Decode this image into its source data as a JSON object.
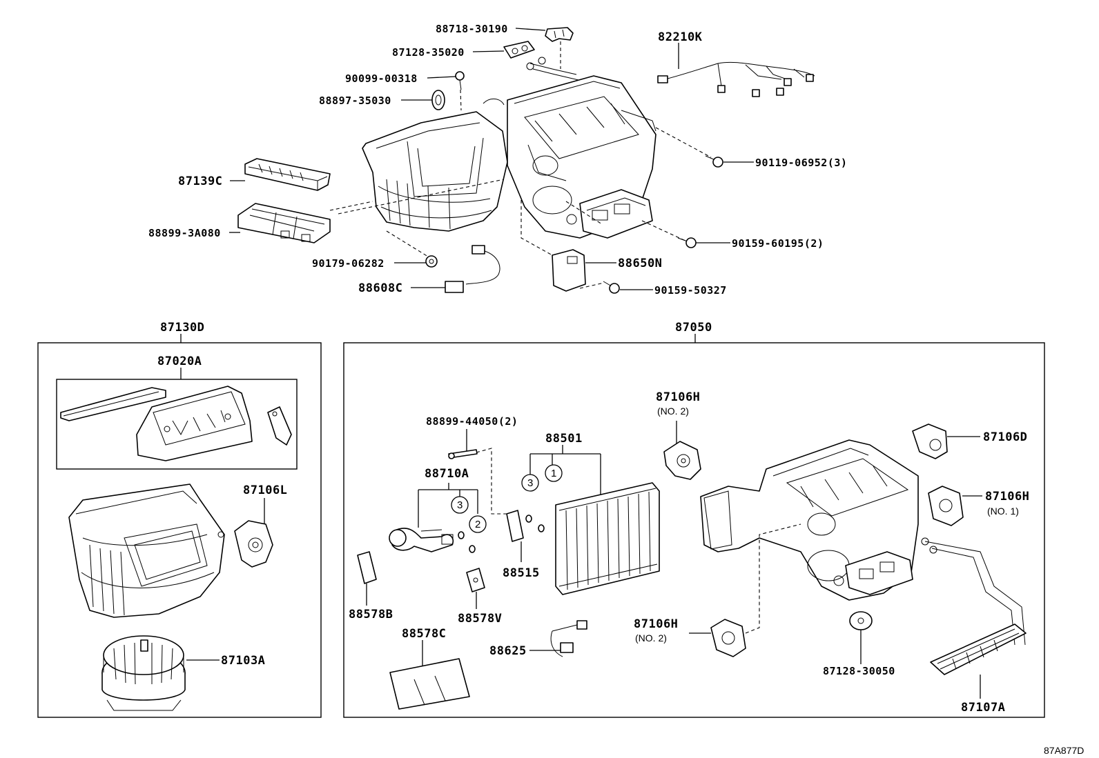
{
  "labels": {
    "p88718_30190": "88718-30190",
    "p82210K": "82210K",
    "p87128_35020": "87128-35020",
    "p90099_00318": "90099-00318",
    "p88897_35030": "88897-35030",
    "p90119_06952": "90119-06952(3)",
    "p87139C": "87139C",
    "p88899_3A080": "88899-3A080",
    "p90159_60195": "90159-60195(2)",
    "p90179_06282": "90179-06282",
    "p88650N": "88650N",
    "p88608C": "88608C",
    "p90159_50327": "90159-50327",
    "p87130D": "87130D",
    "p87050": "87050",
    "p87020A": "87020A",
    "p87106L": "87106L",
    "p87103A": "87103A",
    "p88899_44050": "88899-44050(2)",
    "p88501": "88501",
    "p87106H_a": "87106H",
    "no2_a": "(NO. 2)",
    "p87106D": "87106D",
    "p88710A": "88710A",
    "p87106H_b": "87106H",
    "no1": "(NO. 1)",
    "p88515": "88515",
    "p88578B": "88578B",
    "p88578V": "88578V",
    "p88578C": "88578C",
    "p87106H_c": "87106H",
    "no2_c": "(NO. 2)",
    "p88625": "88625",
    "p87128_30050": "87128-30050",
    "p87107A": "87107A",
    "c3a": "3",
    "c1": "1",
    "c3b": "3",
    "c2": "2",
    "ref_code": "87A877D"
  }
}
